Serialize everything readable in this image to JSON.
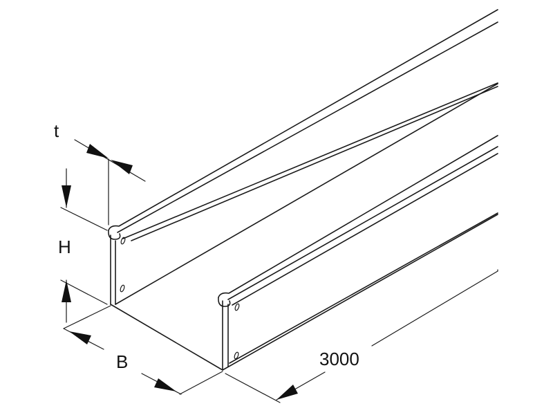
{
  "figure": {
    "labels": {
      "thickness": "t",
      "height": "H",
      "width": "B",
      "length": "3000"
    }
  }
}
